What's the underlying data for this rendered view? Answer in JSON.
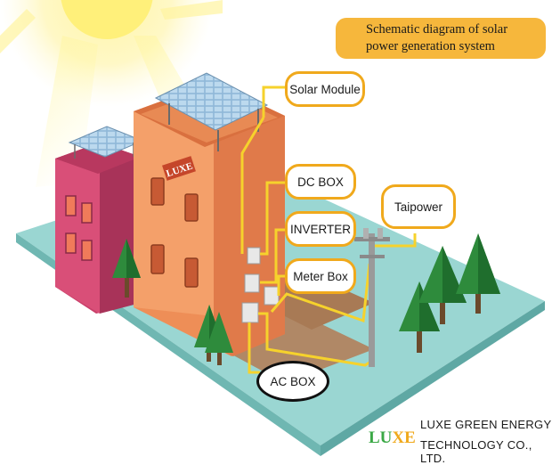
{
  "title": {
    "line1": "Schematic diagram of solar",
    "line2": "power generation system"
  },
  "labels": {
    "solar_module": "Solar Module",
    "dc_box": "DC BOX",
    "inverter": "INVERTER",
    "meter_box": "Meter Box",
    "ac_box": "AC BOX",
    "taipower": "Taipower"
  },
  "sign_text": "LUXE",
  "company": {
    "logo_part1": "LU",
    "logo_part2": "XE",
    "name_line1": "LUXE GREEN ENERGY",
    "name_line2": "TECHNOLOGY CO., LTD."
  },
  "colors": {
    "label_border": "#f0a91c",
    "title_fill": "#f6b73c",
    "wire": "#f6d22c",
    "ground": "#8fd3d0",
    "orange_building": "#ee8e57",
    "pink_building": "#c9406a",
    "tree": "#2e8b3c"
  }
}
